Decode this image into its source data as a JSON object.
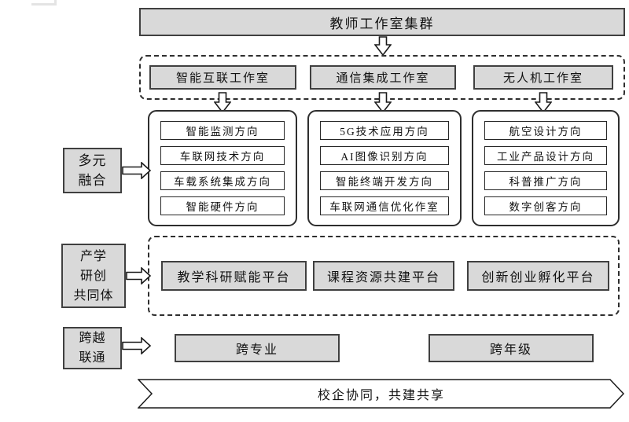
{
  "colors": {
    "box_fill": "#d9d9d9",
    "box_border": "#404040",
    "line": "#2e2e2e",
    "background": "#ffffff"
  },
  "icons": {
    "down_arrow": "hollow-down-arrow",
    "right_arrow": "hollow-right-arrow",
    "banner_shape": "chevron-ribbon"
  },
  "root": {
    "label": "教师工作室集群"
  },
  "workshops": [
    {
      "label": "智能互联工作室"
    },
    {
      "label": "通信集成工作室"
    },
    {
      "label": "无人机工作室"
    }
  ],
  "directions": [
    {
      "items": [
        "智能监测方向",
        "车联网技术方向",
        "车载系统集成方向",
        "智能硬件方向"
      ]
    },
    {
      "items": [
        "5G技术应用方向",
        "AI图像识别方向",
        "智能终端开发方向",
        "车联网通信优化作室"
      ]
    },
    {
      "items": [
        "航空设计方向",
        "工业产品设计方向",
        "科普推广方向",
        "数字创客方向"
      ]
    }
  ],
  "side_labels": [
    {
      "lines": [
        "多元",
        "融合"
      ]
    },
    {
      "lines": [
        "产学",
        "研创",
        "共同体"
      ]
    },
    {
      "lines": [
        "跨越",
        "联通"
      ]
    }
  ],
  "platforms": [
    "教学科研赋能平台",
    "课程资源共建平台",
    "创新创业孵化平台"
  ],
  "cross": [
    "跨专业",
    "跨年级"
  ],
  "banner": {
    "label": "校企协同，共建共享"
  }
}
